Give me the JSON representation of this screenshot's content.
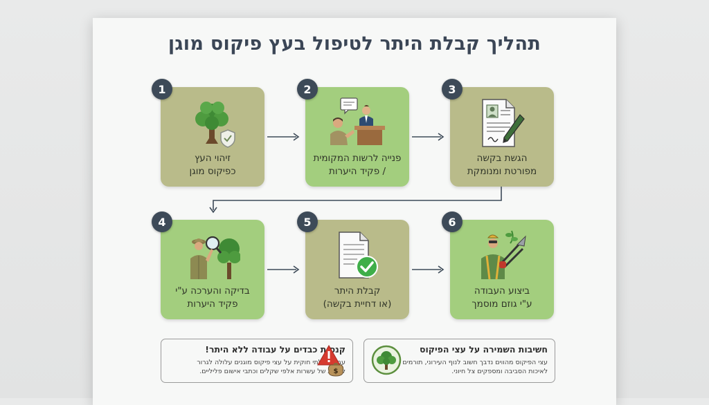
{
  "title": "תהליך קבלת היתר לטיפול בעץ פיקוס מוגן",
  "steps": [
    {
      "number": "1",
      "line1": "זיהוי העץ",
      "line2": "כפיקוס מוגן",
      "icon": "tree-shield-icon"
    },
    {
      "number": "2",
      "line1": "פנייה לרשות המקומית",
      "line2": "/ פקיד היערות",
      "icon": "official-meeting-icon"
    },
    {
      "number": "3",
      "line1": "הגשת בקשה",
      "line2": "מפורטת ומנומקת",
      "icon": "document-pen-icon"
    },
    {
      "number": "4",
      "line1": "בדיקה והערכה ע\"י",
      "line2": "פקיד היערות",
      "icon": "forester-inspection-icon"
    },
    {
      "number": "5",
      "line1": "קבלת היתר",
      "line2": "(או דחיית בקשה)",
      "icon": "approved-document-icon"
    },
    {
      "number": "6",
      "line1": "ביצוע העבודה",
      "line2": "ע\"י גוזם מוסמך",
      "icon": "arborist-pruning-icon"
    }
  ],
  "notices": {
    "fines": {
      "title": "קנסות כבדים על עבודה ללא היתר!",
      "line1": "עבודה בלתי חוקית על עצי פיקוס מוגנים עלולה לגרור",
      "line2": "קנסות של עשרות אלפי שקלים וכתבי אישום פליליים.",
      "icon": "warning-money-icon"
    },
    "importance": {
      "title": "חשיבות השמירה על עצי הפיקוס",
      "line1": "עצי הפיקוס מהווים נדבך חשוב לנוף העירוני, תורמים",
      "line2": "לאיכות הסביבה ומספקים צל חיוני.",
      "icon": "tree-emblem-icon"
    }
  },
  "colors": {
    "olive_card": "#b9bb8a",
    "green_card": "#a3ce7e",
    "badge": "#3d4a58",
    "title": "#3b4656"
  }
}
